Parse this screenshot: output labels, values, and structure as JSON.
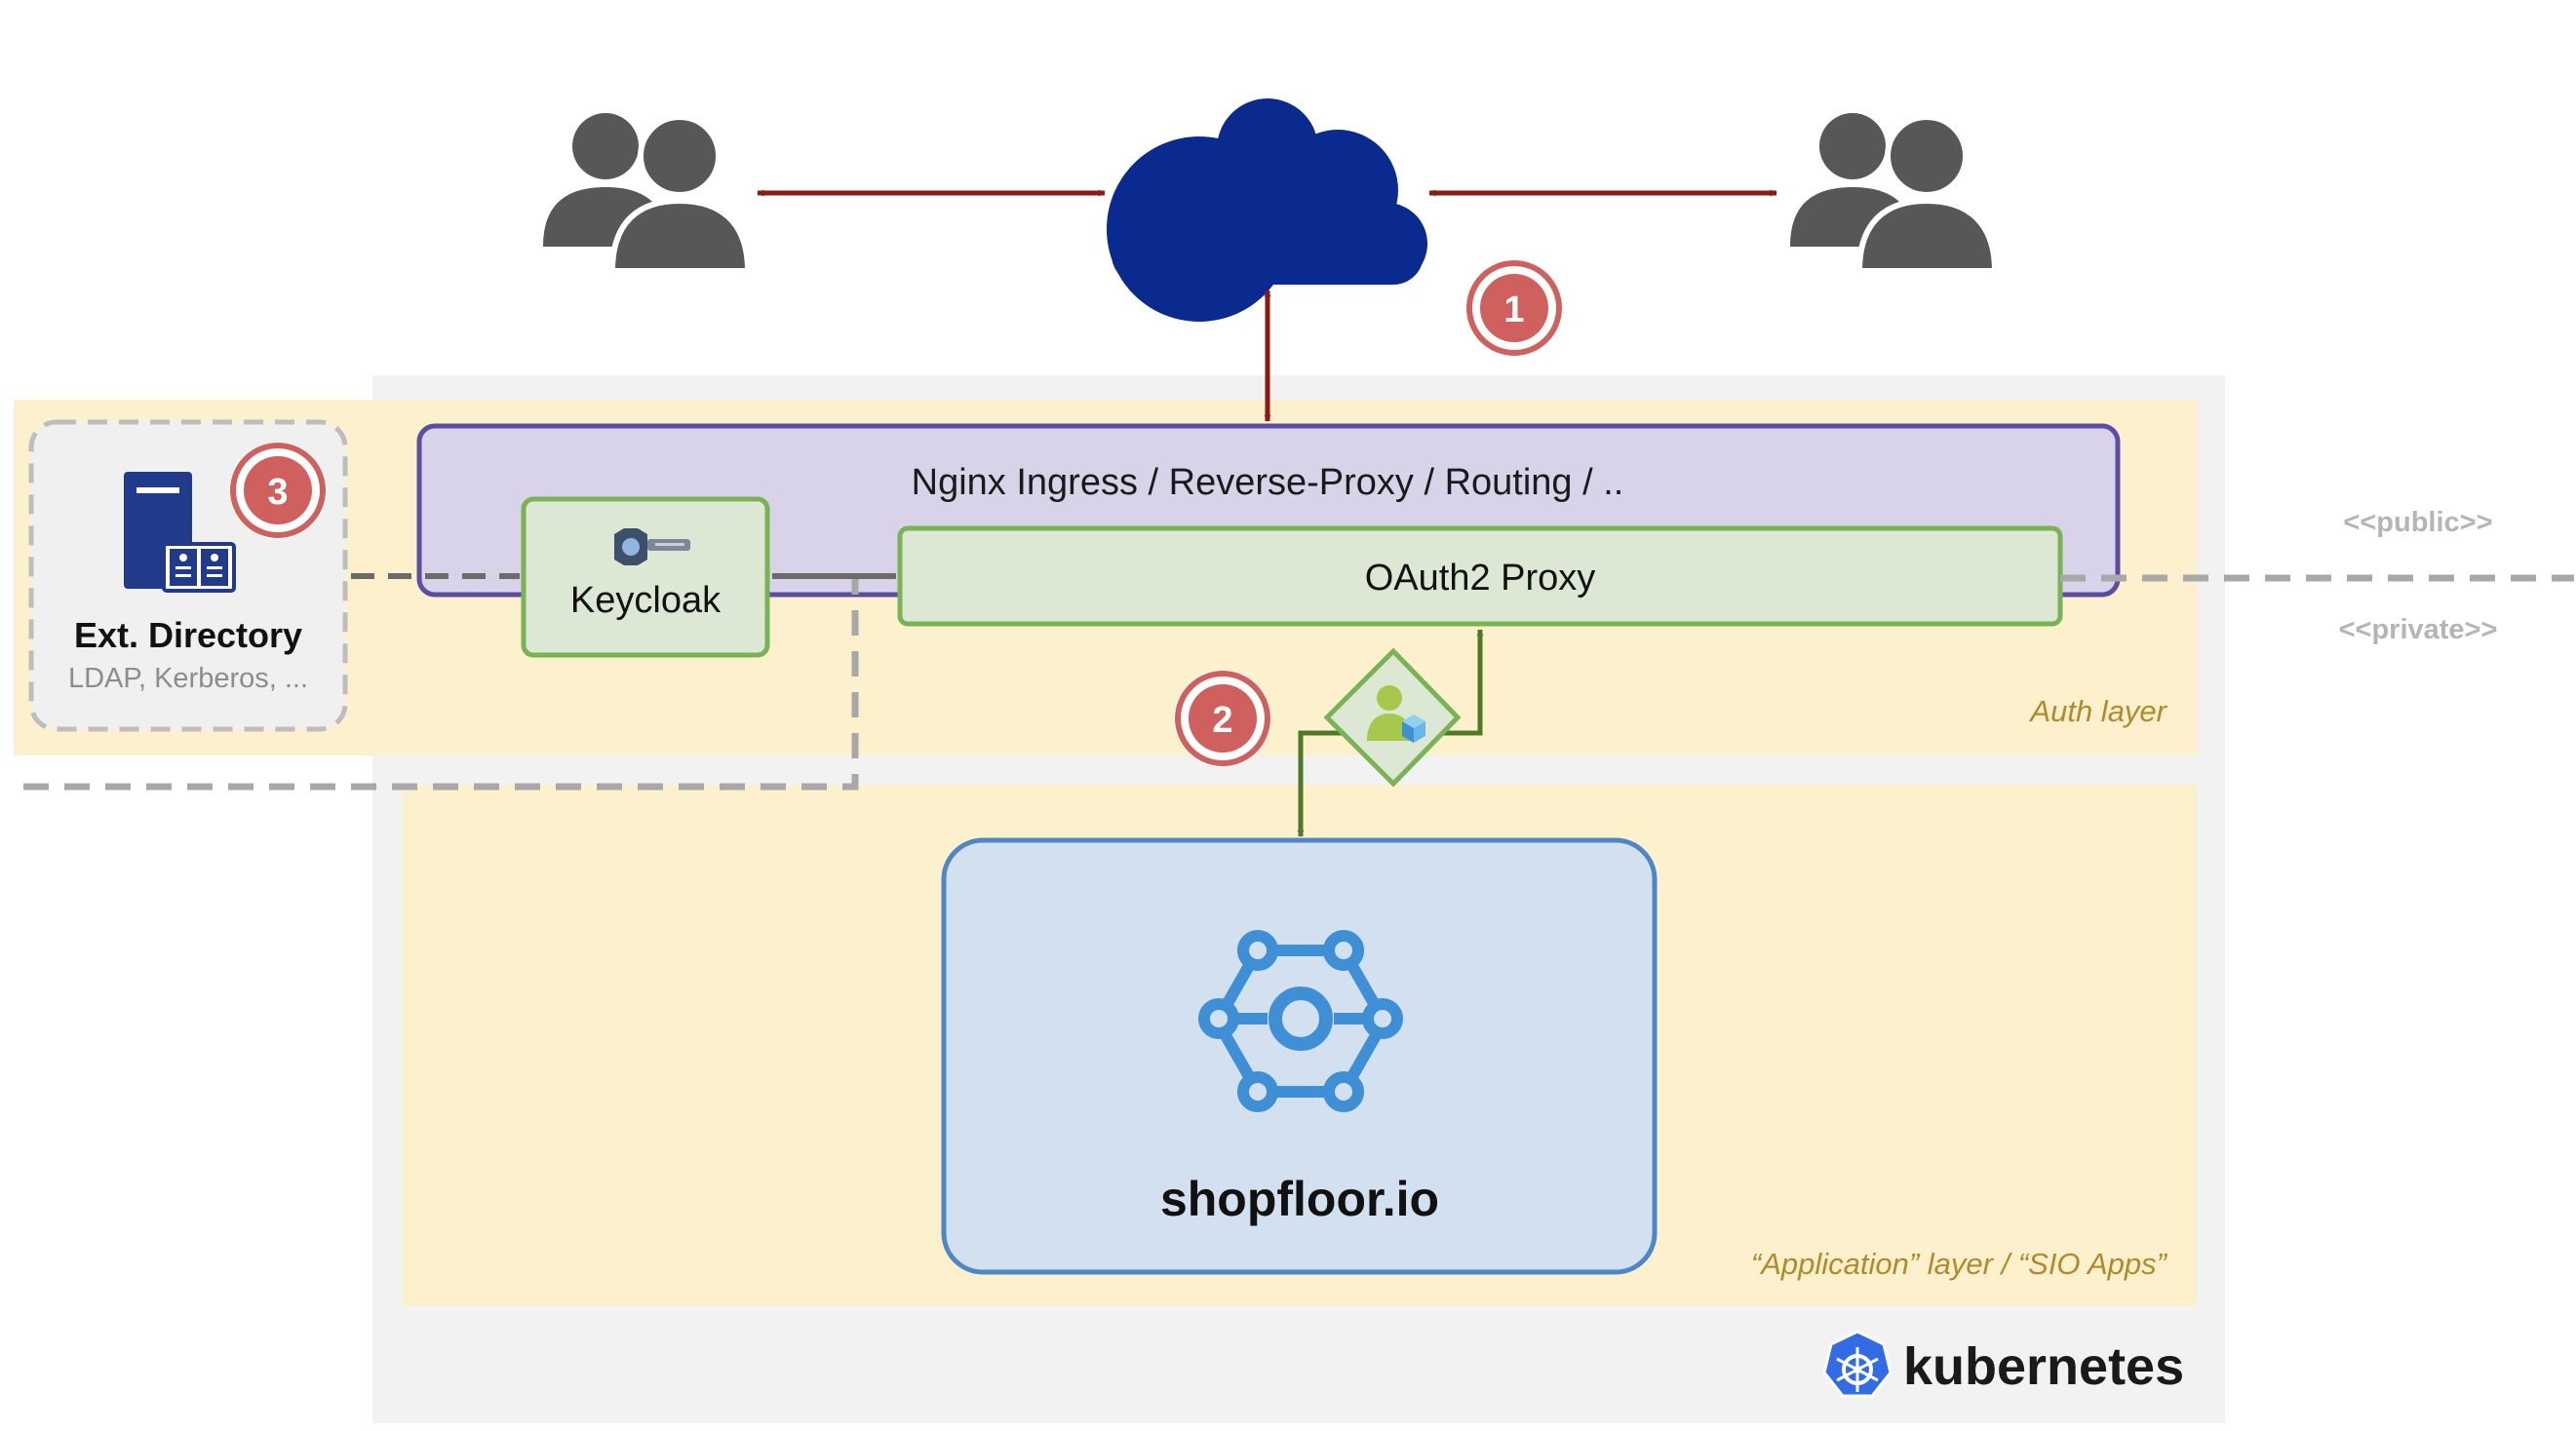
{
  "ingress": {
    "label": "Nginx Ingress / Reverse-Proxy / Routing / .."
  },
  "keycloak": {
    "label": "Keycloak"
  },
  "oauth2_proxy": {
    "label": "OAuth2 Proxy"
  },
  "ext_directory": {
    "title": "Ext. Directory",
    "subtitle": "LDAP, Kerberos, ..."
  },
  "app": {
    "label": "shopfloor.io"
  },
  "layers": {
    "auth": "Auth layer",
    "application": "“Application” layer / “SIO Apps”"
  },
  "network": {
    "public": "<<public>>",
    "private": "<<private>>"
  },
  "platform": {
    "label": "kubernetes"
  },
  "markers": {
    "one": "1",
    "two": "2",
    "three": "3"
  },
  "colors": {
    "cloud": "#0b2a8f",
    "red_arrow": "#8b1a12",
    "green_arrow": "#4e7a27",
    "marker": "#d0605e",
    "ingress_border": "#5b4ea2",
    "ingress_fill": "#d9d3ea",
    "proxy_fill": "#dce8d3",
    "proxy_border": "#79b355",
    "app_fill": "#d3e0f0",
    "app_border": "#4f86c6",
    "app_icon": "#3f8fd6",
    "layer_fill": "#fdf0cd",
    "k8s_bg": "#f2f2f2",
    "k8s_blue": "#326ce5",
    "directory_icon": "#223a8a",
    "people": "#575757"
  }
}
